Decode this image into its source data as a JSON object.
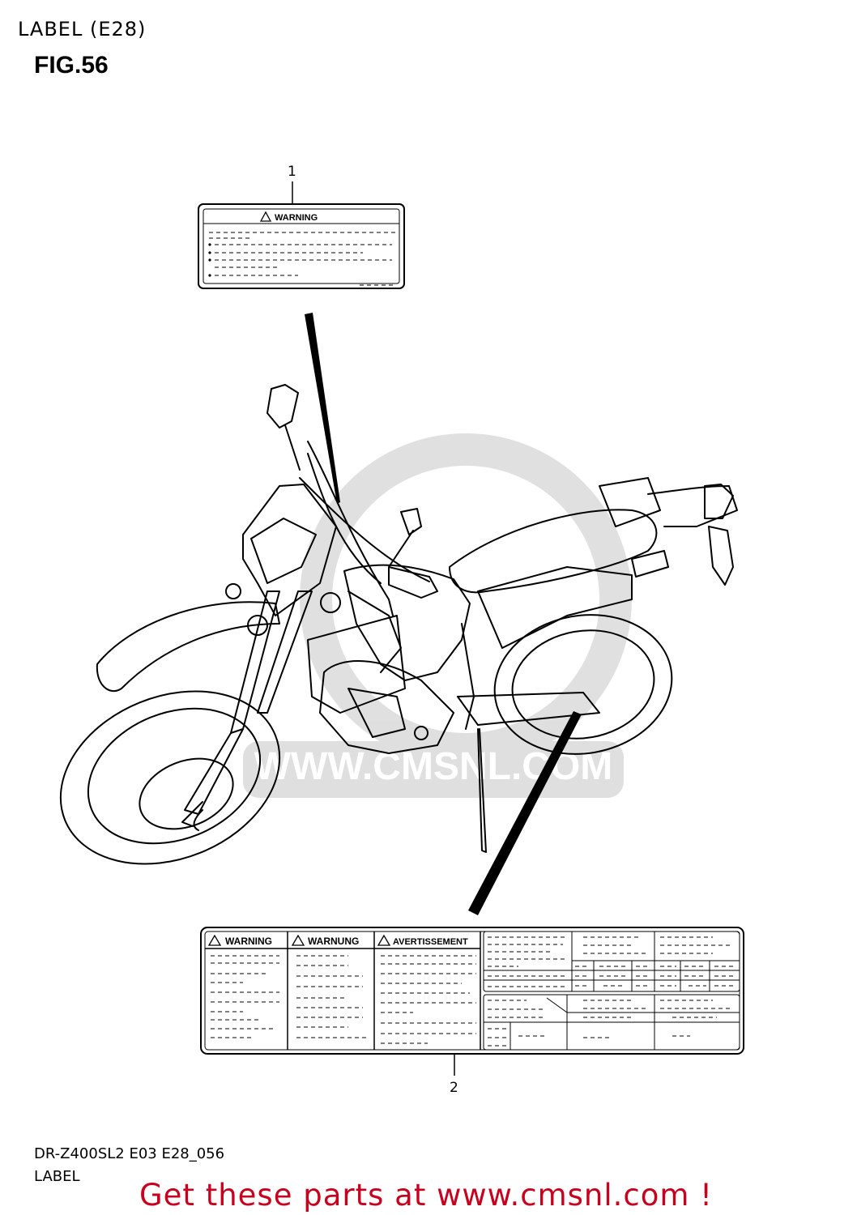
{
  "header": {
    "category_title": "LABEL (E28)",
    "figure_title": "FIG.56"
  },
  "callouts": {
    "part_1": "1",
    "part_2": "2"
  },
  "label_1": {
    "warning_text": "WARNING"
  },
  "label_2": {
    "warning_en": "WARNING",
    "warning_de": "WARNUNG",
    "warning_fr": "AVERTISSEMENT"
  },
  "watermark": {
    "text": "WWW.CMSNL.COM"
  },
  "footer": {
    "model_code": "DR-Z400SL2 E03 E28_056",
    "part_name": "LABEL",
    "promo_text": "Get these parts at www.cmsnl.com !",
    "promo_color": "#c8001e"
  }
}
